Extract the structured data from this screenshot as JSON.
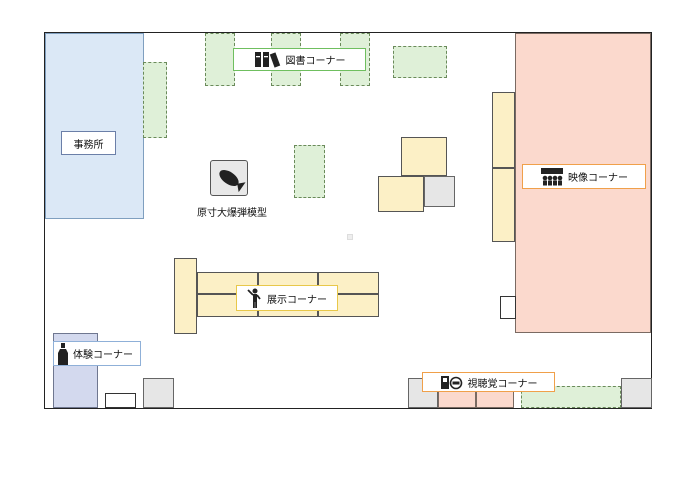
{
  "floor_map": {
    "labels": {
      "office": "事務所",
      "books": "図書コーナー",
      "video": "映像コーナー",
      "bomb_model": "原寸大爆弾模型",
      "exhibit": "展示コーナー",
      "experience": "体験コーナー",
      "audiovisual": "視聴覚コーナー"
    },
    "icons": [
      "books-icon",
      "bomb-icon",
      "theater-icon",
      "person-pointing-icon",
      "bottle-icon",
      "av-equipment-icon"
    ],
    "colors": {
      "office": "#dbe8f6",
      "video_area": "#fbd9cd",
      "experience_area": "#d3d9ee",
      "table_green": "#dff0d8",
      "table_yellow": "#fcf0c6"
    }
  }
}
